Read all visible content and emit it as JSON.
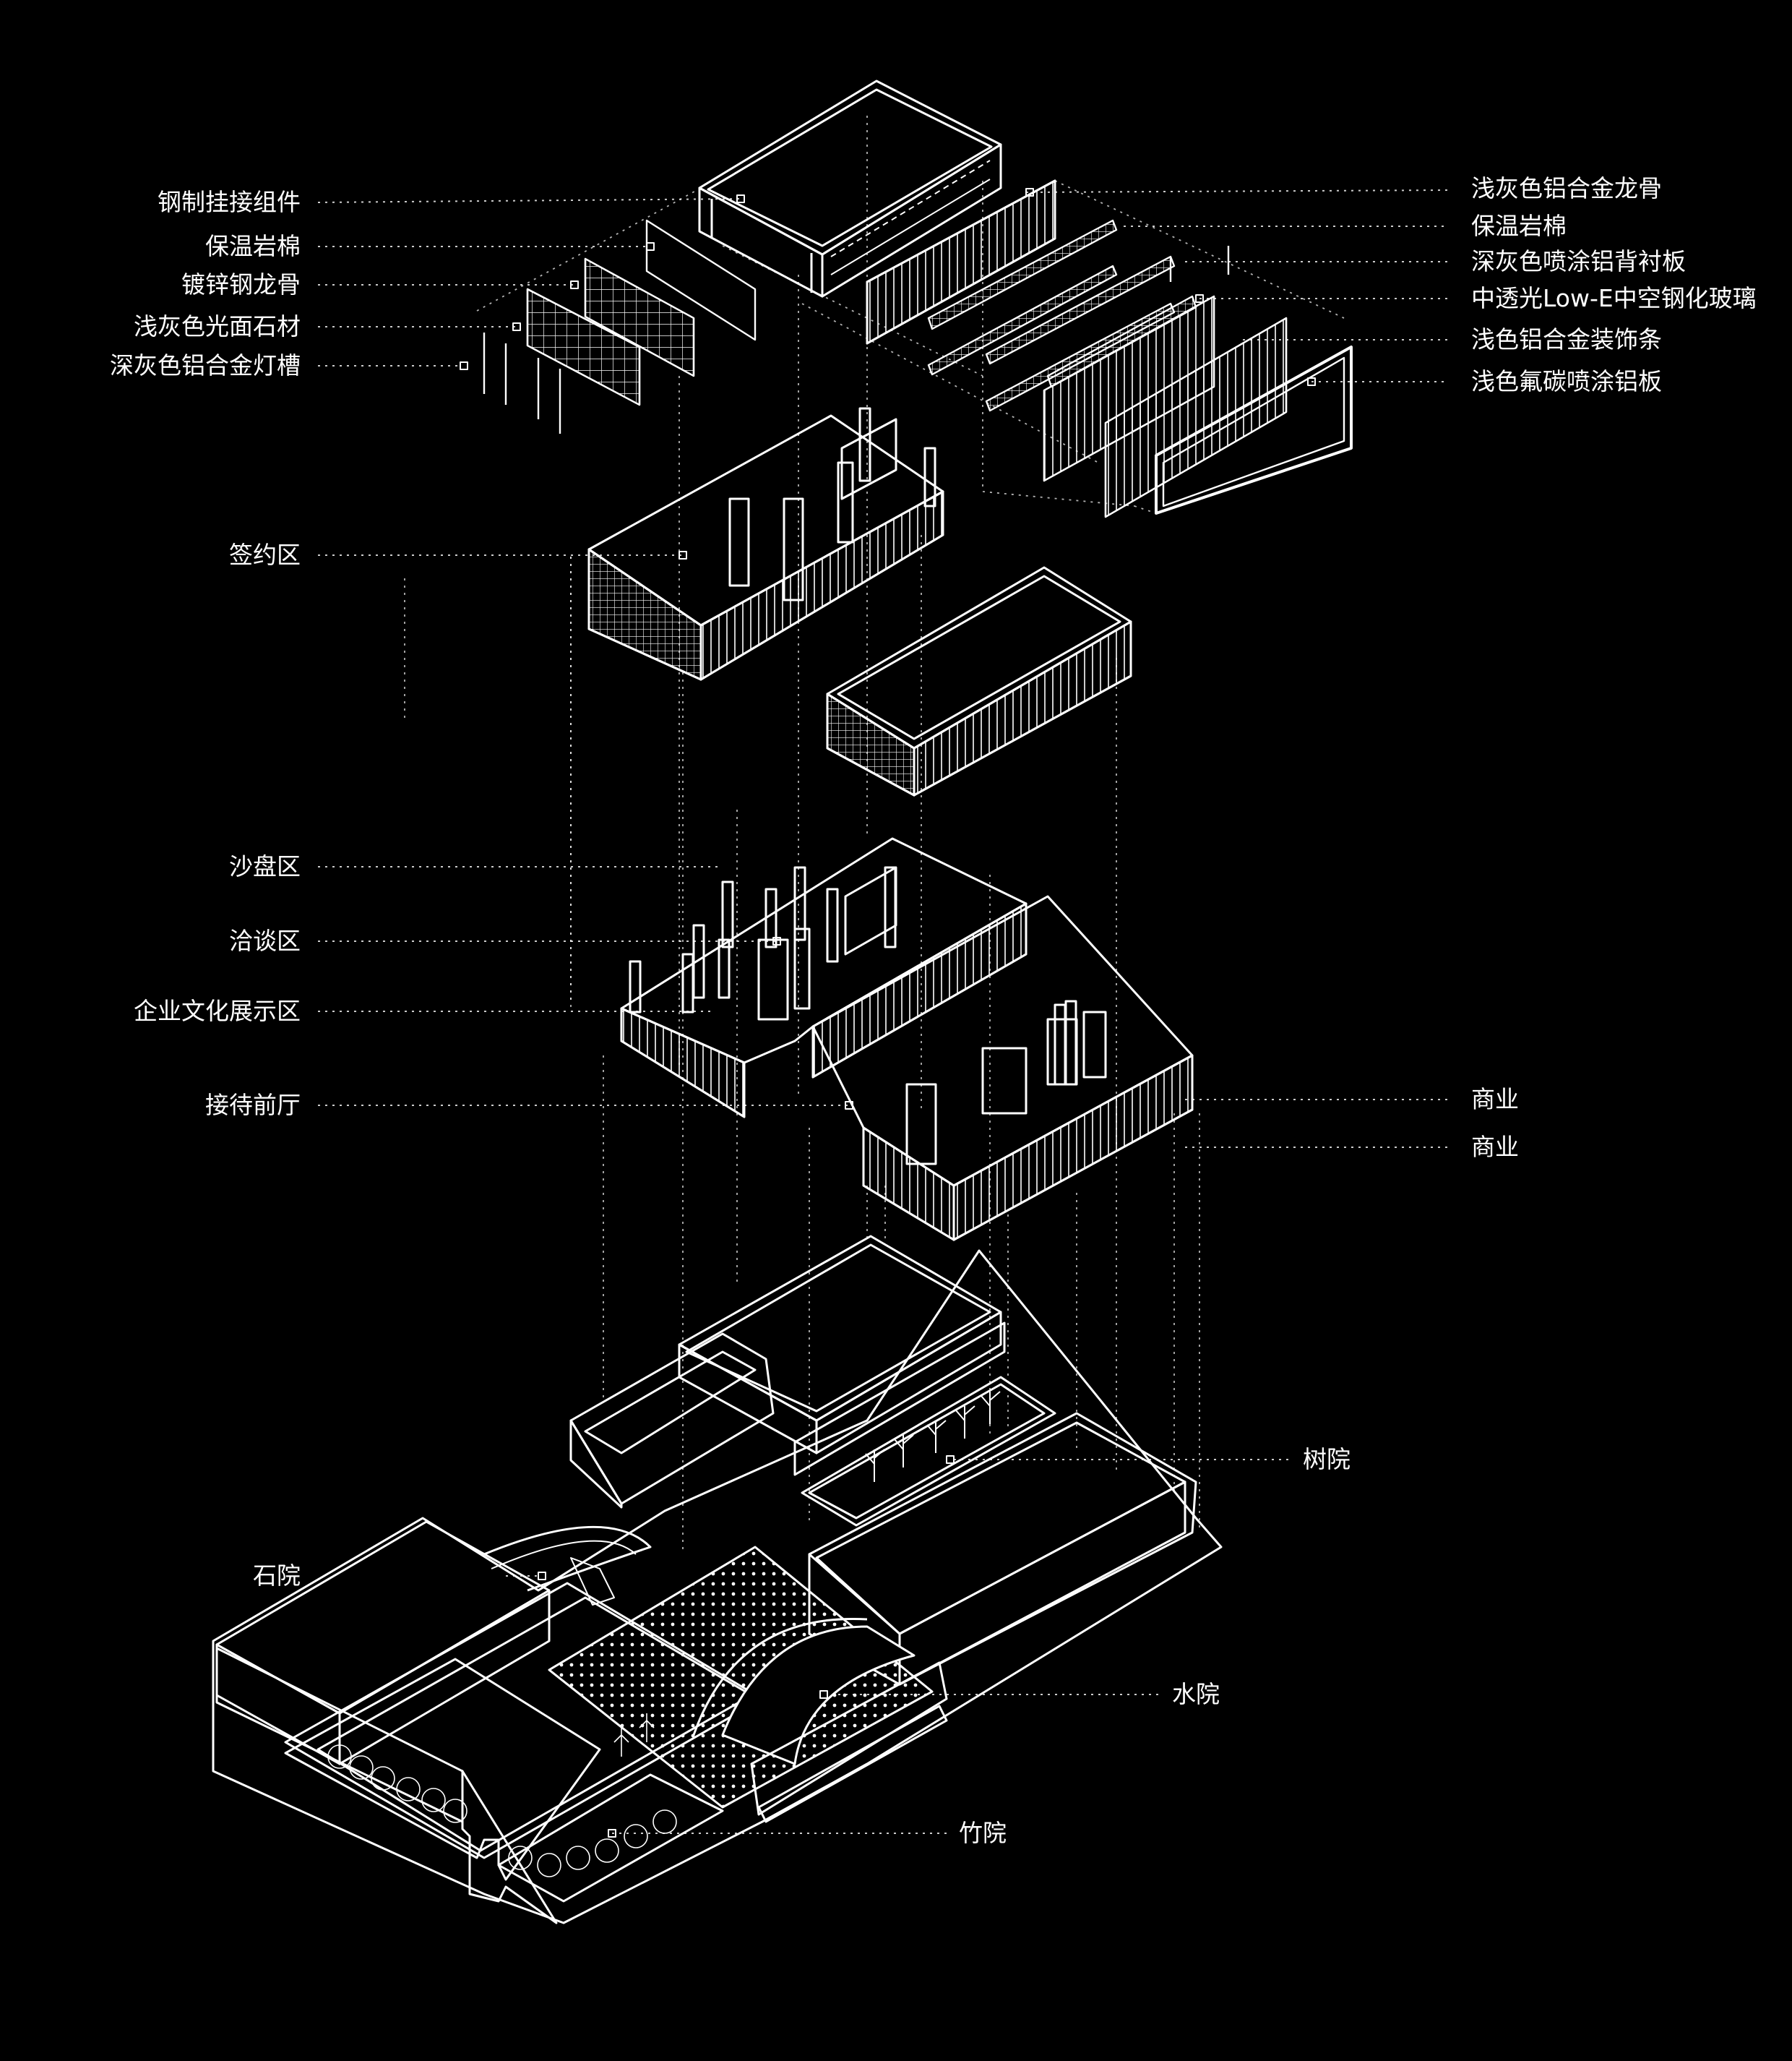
{
  "diagram": {
    "line_color": "#ffffff",
    "background": "#000000",
    "labels": {
      "steel_hanging_parts": "钢制挂接组件",
      "rock_wool_left": "保温岩棉",
      "galvanized_keel": "镀锌钢龙骨",
      "light_gray_stone": "浅灰色光面石材",
      "dark_gray_light_slot": "深灰色铝合金灯槽",
      "light_gray_keel": "浅灰色铝合金龙骨",
      "rock_wool_right": "保温岩棉",
      "dark_gray_back_panel": "深灰色喷涂铝背衬板",
      "lowe_glass": "中透光Low-E中空钢化玻璃",
      "deco_strip": "浅色铝合金装饰条",
      "fluorocarbon_panel": "浅色氟碳喷涂铝板",
      "signing_area": "签约区",
      "sand_table_area": "沙盘区",
      "negotiation_area": "洽谈区",
      "culture_area": "企业文化展示区",
      "reception_lobby": "接待前厅",
      "commercial_1": "商业",
      "commercial_2": "商业",
      "tree_court": "树院",
      "stone_court": "石院",
      "water_court": "水院",
      "bamboo_court": "竹院"
    }
  }
}
